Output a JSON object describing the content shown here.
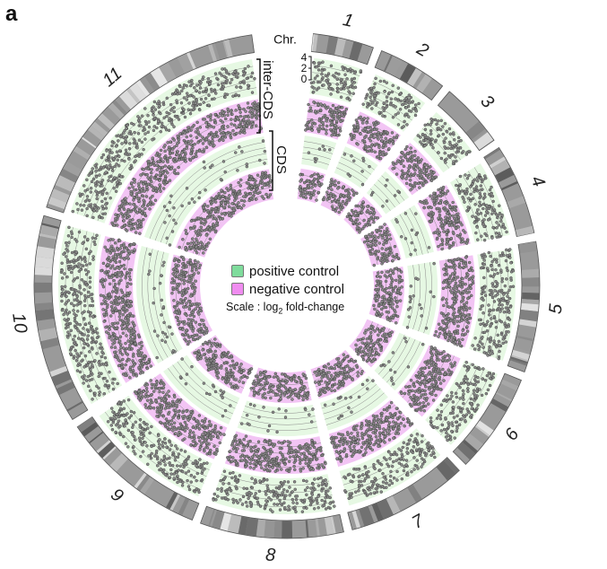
{
  "panel_label": "a",
  "track_labels": {
    "chr": "Chr.",
    "inter_cds": "inter-CDS",
    "cds": "CDS"
  },
  "scale_ticks": [
    "4",
    "2",
    "0"
  ],
  "legend": {
    "items": [
      {
        "label": "positive control",
        "color": "#7fdc9c"
      },
      {
        "label": "negative control",
        "color": "#f08cf0"
      }
    ],
    "scale_prefix": "Scale : log",
    "scale_sub": "2",
    "scale_suffix": " fold-change"
  },
  "chromosomes": [
    "1",
    "2",
    "3",
    "4",
    "5",
    "6",
    "7",
    "8",
    "9",
    "10",
    "11"
  ],
  "colors": {
    "positive_fill": "#e6f8e3",
    "negative_fill": "#f2c4f4",
    "dot": "#6e6e6e",
    "chr_base": "#9a9a9a"
  }
}
